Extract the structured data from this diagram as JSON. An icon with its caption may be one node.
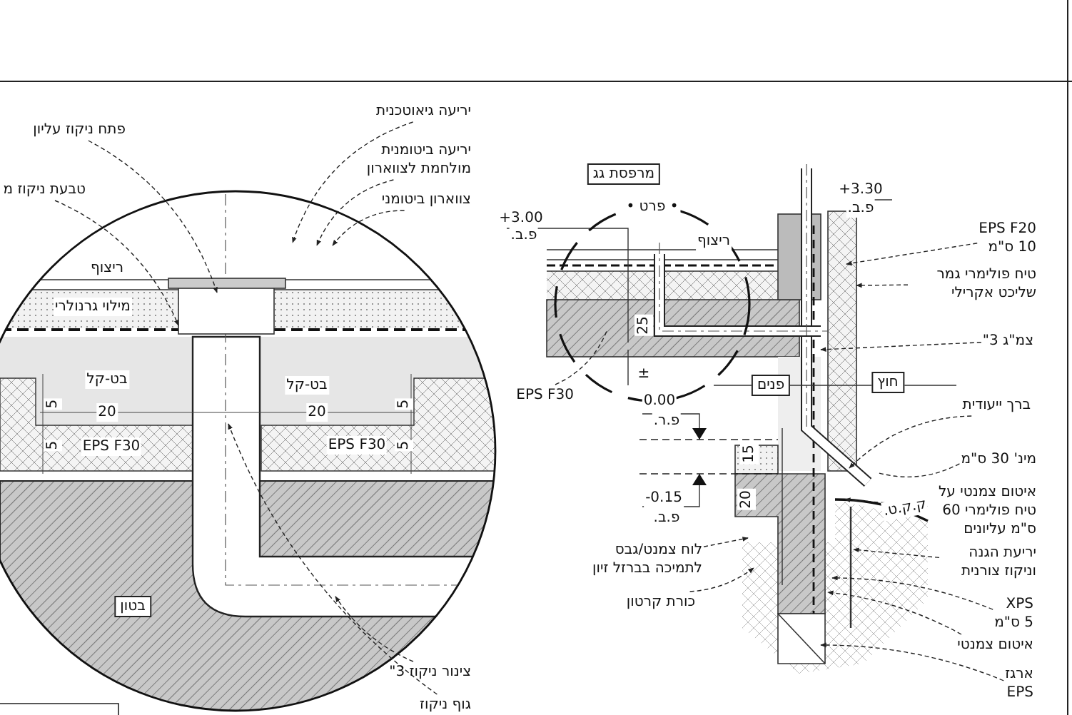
{
  "diagram": {
    "nodes": [
      {
        "text": [
          "יריעה גיאוטכנית"
        ]
      },
      {
        "text": [
          "יריעה ביטומנית מולחמת לצווארון"
        ]
      },
      {
        "text": [
          "צווארון ביטומני"
        ]
      },
      {
        "text": [
          "פתח ניקוז עליון"
        ]
      },
      {
        "text": [
          "טבעת ניקוז מ"
        ]
      },
      {
        "text": [
          "צינור ניקוז 3\""
        ]
      },
      {
        "text": [
          "גוף ניקוז"
        ]
      },
      {
        "text": [
          "בטון"
        ]
      },
      {
        "text": [
          "מרפסת גג"
        ]
      },
      {
        "text": [
          "EPS F30"
        ]
      },
      {
        "text": [
          "EPS F20",
          "10 ס\"מ"
        ]
      },
      {
        "text": [
          "טיח פולימרי גמר שליכט אקרילי"
        ]
      },
      {
        "text": [
          "צמ\"ג 3\""
        ]
      },
      {
        "text": [
          "פנים"
        ]
      },
      {
        "text": [
          "חוץ"
        ]
      },
      {
        "text": [
          "ברך ייעודית"
        ]
      },
      {
        "text": [
          "מינ' 30 ס\"מ"
        ]
      },
      {
        "text": [
          "איטום צמנטי על טיח פולימרי 60 ס\"מ עליונים"
        ]
      },
      {
        "text": [
          "יריעת הגנה וניקוז צורנית"
        ]
      },
      {
        "text": [
          "XPS",
          "5 ס\"מ"
        ]
      },
      {
        "text": [
          "איטום צמנטי"
        ]
      },
      {
        "text": [
          "ארגז",
          "EPS"
        ]
      },
      {
        "text": [
          "לוח צמנט/גבס לתמיכה בברזל זיון"
        ]
      },
      {
        "text": [
          "כורת קרטון"
        ]
      }
    ],
    "edges": [
      {
        "from": 0,
        "to": null,
        "arrow": "to"
      },
      {
        "from": 1,
        "to": null,
        "arrow": "to"
      },
      {
        "from": 2,
        "to": null,
        "arrow": "to"
      },
      {
        "from": 3,
        "to": null,
        "arrow": "to"
      },
      {
        "from": 4,
        "to": null,
        "arrow": "to"
      },
      {
        "from": 5,
        "to": null,
        "arrow": "to"
      },
      {
        "from": 6,
        "to": null,
        "arrow": "to"
      },
      {
        "from": 9,
        "to": null,
        "arrow": "none"
      },
      {
        "from": 10,
        "to": null,
        "arrow": "to"
      },
      {
        "from": 11,
        "to": null,
        "arrow": "to"
      },
      {
        "from": 12,
        "to": null,
        "arrow": "to"
      },
      {
        "from": 15,
        "to": null,
        "arrow": "to"
      },
      {
        "from": 16,
        "to": null,
        "arrow": "none"
      },
      {
        "from": 17,
        "to": null,
        "arrow": "to"
      },
      {
        "from": 18,
        "to": null,
        "arrow": "to"
      },
      {
        "from": 19,
        "to": null,
        "arrow": "to"
      },
      {
        "from": 20,
        "to": null,
        "arrow": "to"
      },
      {
        "from": 21,
        "to": null,
        "arrow": "to"
      },
      {
        "from": 22,
        "to": null,
        "arrow": "to"
      },
      {
        "from": 23,
        "to": null,
        "arrow": "to"
      }
    ],
    "labels": [
      "ריצוף",
      "מילוי גרנולרי",
      "בט-קל",
      "בט-קל",
      "5",
      "20",
      "20",
      "5",
      "5",
      "EPS F30",
      "EPS F30",
      "5",
      "• פרט •",
      "+3.30",
      "פ.ב.",
      "+3.00",
      "פ.ב.",
      "ריצוף",
      "25",
      "±",
      "0.00",
      "פ.ר.",
      "15",
      "20",
      "-0.15",
      "פ.ב.",
      "ק.ק.ט."
    ]
  }
}
